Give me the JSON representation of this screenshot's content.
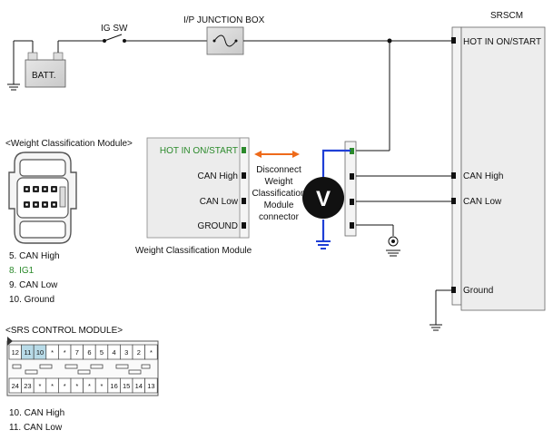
{
  "top": {
    "ig_sw": "IG SW",
    "ip_junction_box": "I/P JUNCTION BOX",
    "srscm_title": "SRSCM",
    "batt": "BATT."
  },
  "srscm": {
    "pin_hot": "HOT IN ON/START",
    "pin_can_high": "CAN High",
    "pin_can_low": "CAN Low",
    "pin_ground": "Ground"
  },
  "wcm": {
    "section_title": "<Weight Classification Module>",
    "pin_hot": "HOT IN ON/START",
    "pin_can_high": "CAN High",
    "pin_can_low": "CAN Low",
    "pin_ground": "GROUND",
    "box_label": "Weight Classification Module",
    "legend": [
      "5. CAN High",
      "8. IG1",
      "9. CAN Low",
      "10. Ground"
    ]
  },
  "disconnect_note": [
    "Disconnect",
    "Weight",
    "Classification",
    "Module",
    "connector"
  ],
  "voltmeter": "V",
  "srs_module": {
    "section_title": "<SRS CONTROL MODULE>",
    "top_row": [
      "12",
      "11",
      "10",
      "*",
      "*",
      "7",
      "6",
      "5",
      "4",
      "3",
      "2",
      "*"
    ],
    "bottom_row": [
      "24",
      "23",
      "*",
      "*",
      "*",
      "*",
      "*",
      "*",
      "16",
      "15",
      "14",
      "13"
    ],
    "legend": [
      "10. CAN High",
      "11. CAN Low"
    ]
  },
  "colors": {
    "wire": "#111111",
    "probe_wire": "#1f3fd6",
    "pin_green": "#2b8a2b",
    "arrow_orange": "#ee6a1a",
    "highlight_blue": "#b8dbe8",
    "box_fill": "#f1f1f1"
  }
}
